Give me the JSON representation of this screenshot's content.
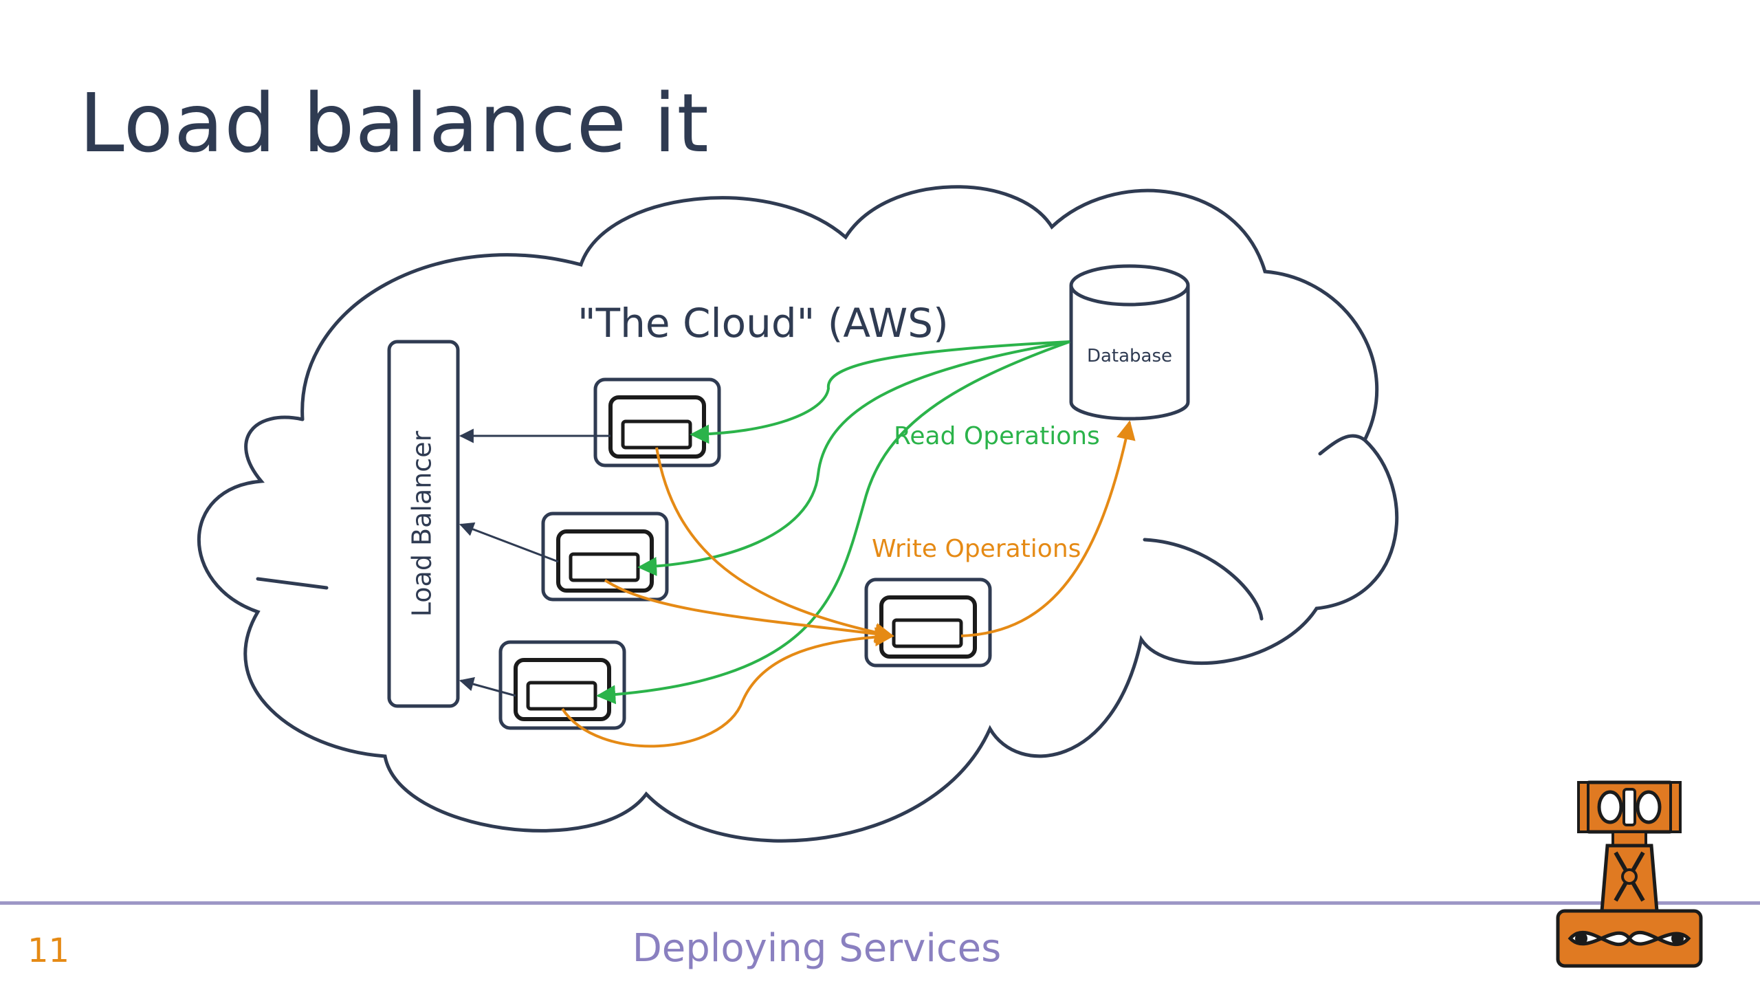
{
  "slide": {
    "title": "Load balance it",
    "page_number": "11",
    "footer": "Deploying Services"
  },
  "diagram": {
    "cloud_label": "\"The Cloud\" (AWS)",
    "load_balancer_label": "Load Balancer",
    "database_label": "Database",
    "read_label": "Read Operations",
    "write_label": "Write Operations"
  },
  "colors": {
    "ink": "#2f3b52",
    "read": "#2bb34a",
    "write": "#e58a15",
    "footer_accent": "#9d97c6",
    "footer_text": "#8a80c0",
    "logo_fill": "#e07a22"
  },
  "icons": [
    "mjolnir-logo"
  ]
}
